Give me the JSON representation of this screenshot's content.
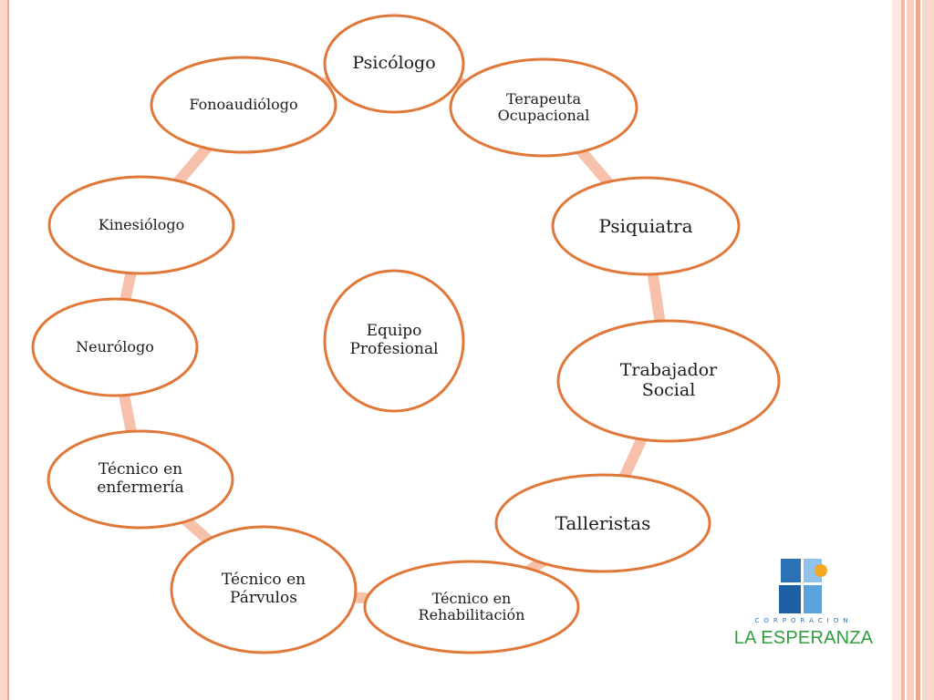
{
  "center": {
    "label": "Equipo\nProfesional"
  },
  "nodes": [
    {
      "id": "psicologo",
      "label": "Psicólogo"
    },
    {
      "id": "terapeuta-ocupacional",
      "label": "Terapeuta\nOcupacional"
    },
    {
      "id": "psiquiatra",
      "label": "Psiquiatra"
    },
    {
      "id": "trabajador-social",
      "label": "Trabajador\nSocial"
    },
    {
      "id": "talleristas",
      "label": "Talleristas"
    },
    {
      "id": "tecnico-rehabilitacion",
      "label": "Técnico en\nRehabilitación"
    },
    {
      "id": "tecnico-parvulos",
      "label": "Técnico en\nPárvulos"
    },
    {
      "id": "tecnico-enfermeria",
      "label": "Técnico en\nenfermería"
    },
    {
      "id": "neurologo",
      "label": "Neurólogo"
    },
    {
      "id": "kinesiologo",
      "label": "Kinesiólogo"
    },
    {
      "id": "fonoaudiologo",
      "label": "Fonoaudiólogo"
    }
  ],
  "logo": {
    "overline": "CORPORACION",
    "name": "LA ESPERANZA",
    "icon": "cross-squares-logo-icon"
  },
  "colors": {
    "node_stroke": "#e0783a",
    "connector": "#f6c0ab",
    "stripe_light": "#fbe3da",
    "stripe_mid": "#f4b9a3",
    "logo_blue": "#2a72b5",
    "logo_orange": "#f5a623",
    "logo_green": "#2f9e3f"
  }
}
